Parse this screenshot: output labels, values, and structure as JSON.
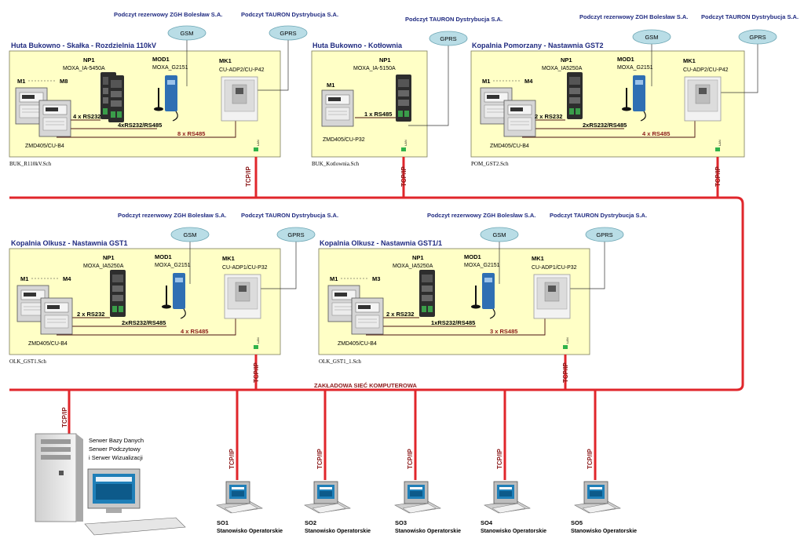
{
  "sites": [
    {
      "title": "Huta Bukowno - Skałka - Rozdzielnia 110kV",
      "file": "BUK_R110kV.Sch",
      "header_left": "Podczyt rezerwowy ZGH Bolesław S.A.",
      "header_right": "Podczyt TAURON Dystrybucja S.A.",
      "gsm": "GSM",
      "gprs": "GPRS",
      "np_label": "NP1",
      "np_model": "MOXA_IA-5450A",
      "mod_label": "MOD1",
      "mod_model": "MOXA_G2151",
      "mk_label": "MK1",
      "mk_model": "CU-ADP2/CU-P42",
      "meters_from": "M1",
      "meters_to": "M8",
      "meter_model": "ZMD405/CU-B4",
      "link1": "4 x RS232",
      "link2": "4xRS232/RS485",
      "link3": "8 x RS485",
      "lan": "LAN",
      "tcp": "TCP/IP"
    },
    {
      "title": "Huta Bukowno - Kotłownia",
      "file": "BUK_Kotlownia.Sch",
      "header_right": "Podczyt TAURON Dystrybucja S.A.",
      "gprs": "GPRS",
      "np_label": "NP1",
      "np_model": "MOXA_IA-5150A",
      "meters_from": "M1",
      "meter_model": "ZMD405/CU-P32",
      "link1": "1 x RS485",
      "lan": "LAN",
      "tcp": "TCP/IP"
    },
    {
      "title": "Kopalnia Pomorzany - Nastawnia GST2",
      "file": "POM_GST2.Sch",
      "header_left": "Podczyt rezerwowy ZGH Bolesław S.A.",
      "header_right": "Podczyt TAURON Dystrybucja S.A.",
      "gsm": "GSM",
      "gprs": "GPRS",
      "np_label": "NP1",
      "np_model": "MOXA_IA5250A",
      "mod_label": "MOD1",
      "mod_model": "MOXA_G2151",
      "mk_label": "MK1",
      "mk_model": "CU-ADP2/CU-P42",
      "meters_from": "M1",
      "meters_to": "M4",
      "meter_model": "ZMD405/CU-B4",
      "link1": "2 x RS232",
      "link2": "2xRS232/RS485",
      "link3": "4 x RS485",
      "lan": "LAN",
      "tcp": "TCP/IP"
    },
    {
      "title": "Kopalnia Olkusz - Nastawnia GST1",
      "file": "OLK_GST1.Sch",
      "header_left": "Podczyt rezerwowy ZGH Bolesław S.A.",
      "header_right": "Podczyt TAURON Dystrybucja S.A.",
      "gsm": "GSM",
      "gprs": "GPRS",
      "np_label": "NP1",
      "np_model": "MOXA_IA5250A",
      "mod_label": "MOD1",
      "mod_model": "MOXA_G2151",
      "mk_label": "MK1",
      "mk_model": "CU-ADP1/CU-P32",
      "meters_from": "M1",
      "meters_to": "M4",
      "meter_model": "ZMD405/CU-B4",
      "link1": "2 x RS232",
      "link2": "2xRS232/RS485",
      "link3": "4 x RS485",
      "lan": "LAN",
      "tcp": "TCP/IP"
    },
    {
      "title": "Kopalnia Olkusz - Nastawnia GST1/1",
      "file": "OLK_GST1_1.Sch",
      "header_left": "Podczyt rezerwowy ZGH Bolesław S.A.",
      "header_right": "Podczyt TAURON Dystrybucja S.A.",
      "gsm": "GSM",
      "gprs": "GPRS",
      "np_label": "NP1",
      "np_model": "MOXA_IA5250A",
      "mod_label": "MOD1",
      "mod_model": "MOXA_G2151",
      "mk_label": "MK1",
      "mk_model": "CU-ADP1/CU-P32",
      "meters_from": "M1",
      "meters_to": "M3",
      "meter_model": "ZMD405/CU-B4",
      "link1": "2 x RS232",
      "link2": "1xRS232/RS485",
      "link3": "3 x RS485",
      "lan": "LAN",
      "tcp": "TCP/IP"
    }
  ],
  "network": {
    "label": "ZAKŁADOWA SIEĆ KOMPUTEROWA",
    "tcp": "TCP/IP"
  },
  "server": {
    "line1": "Serwer Bazy Danych",
    "line2": "Serwer Podczytowy",
    "line3": "i Serwer Wizualizacji",
    "tcp": "TCP/IP"
  },
  "stations": [
    {
      "id": "SO1",
      "name": "Stanowisko Operatorskie",
      "tcp": "TCP/IP"
    },
    {
      "id": "SO2",
      "name": "Stanowisko Operatorskie",
      "tcp": "TCP/IP"
    },
    {
      "id": "SO3",
      "name": "Stanowisko Operatorskie",
      "tcp": "TCP/IP"
    },
    {
      "id": "SO4",
      "name": "Stanowisko Operatorskie",
      "tcp": "TCP/IP"
    },
    {
      "id": "SO5",
      "name": "Stanowisko Operatorskie",
      "tcp": "TCP/IP"
    }
  ],
  "colors": {
    "panel": "#ffffc6",
    "network": "#e0262b",
    "cloud": "#b9dde6",
    "title": "#1f2a80",
    "link_label": "#8b1a1a"
  }
}
